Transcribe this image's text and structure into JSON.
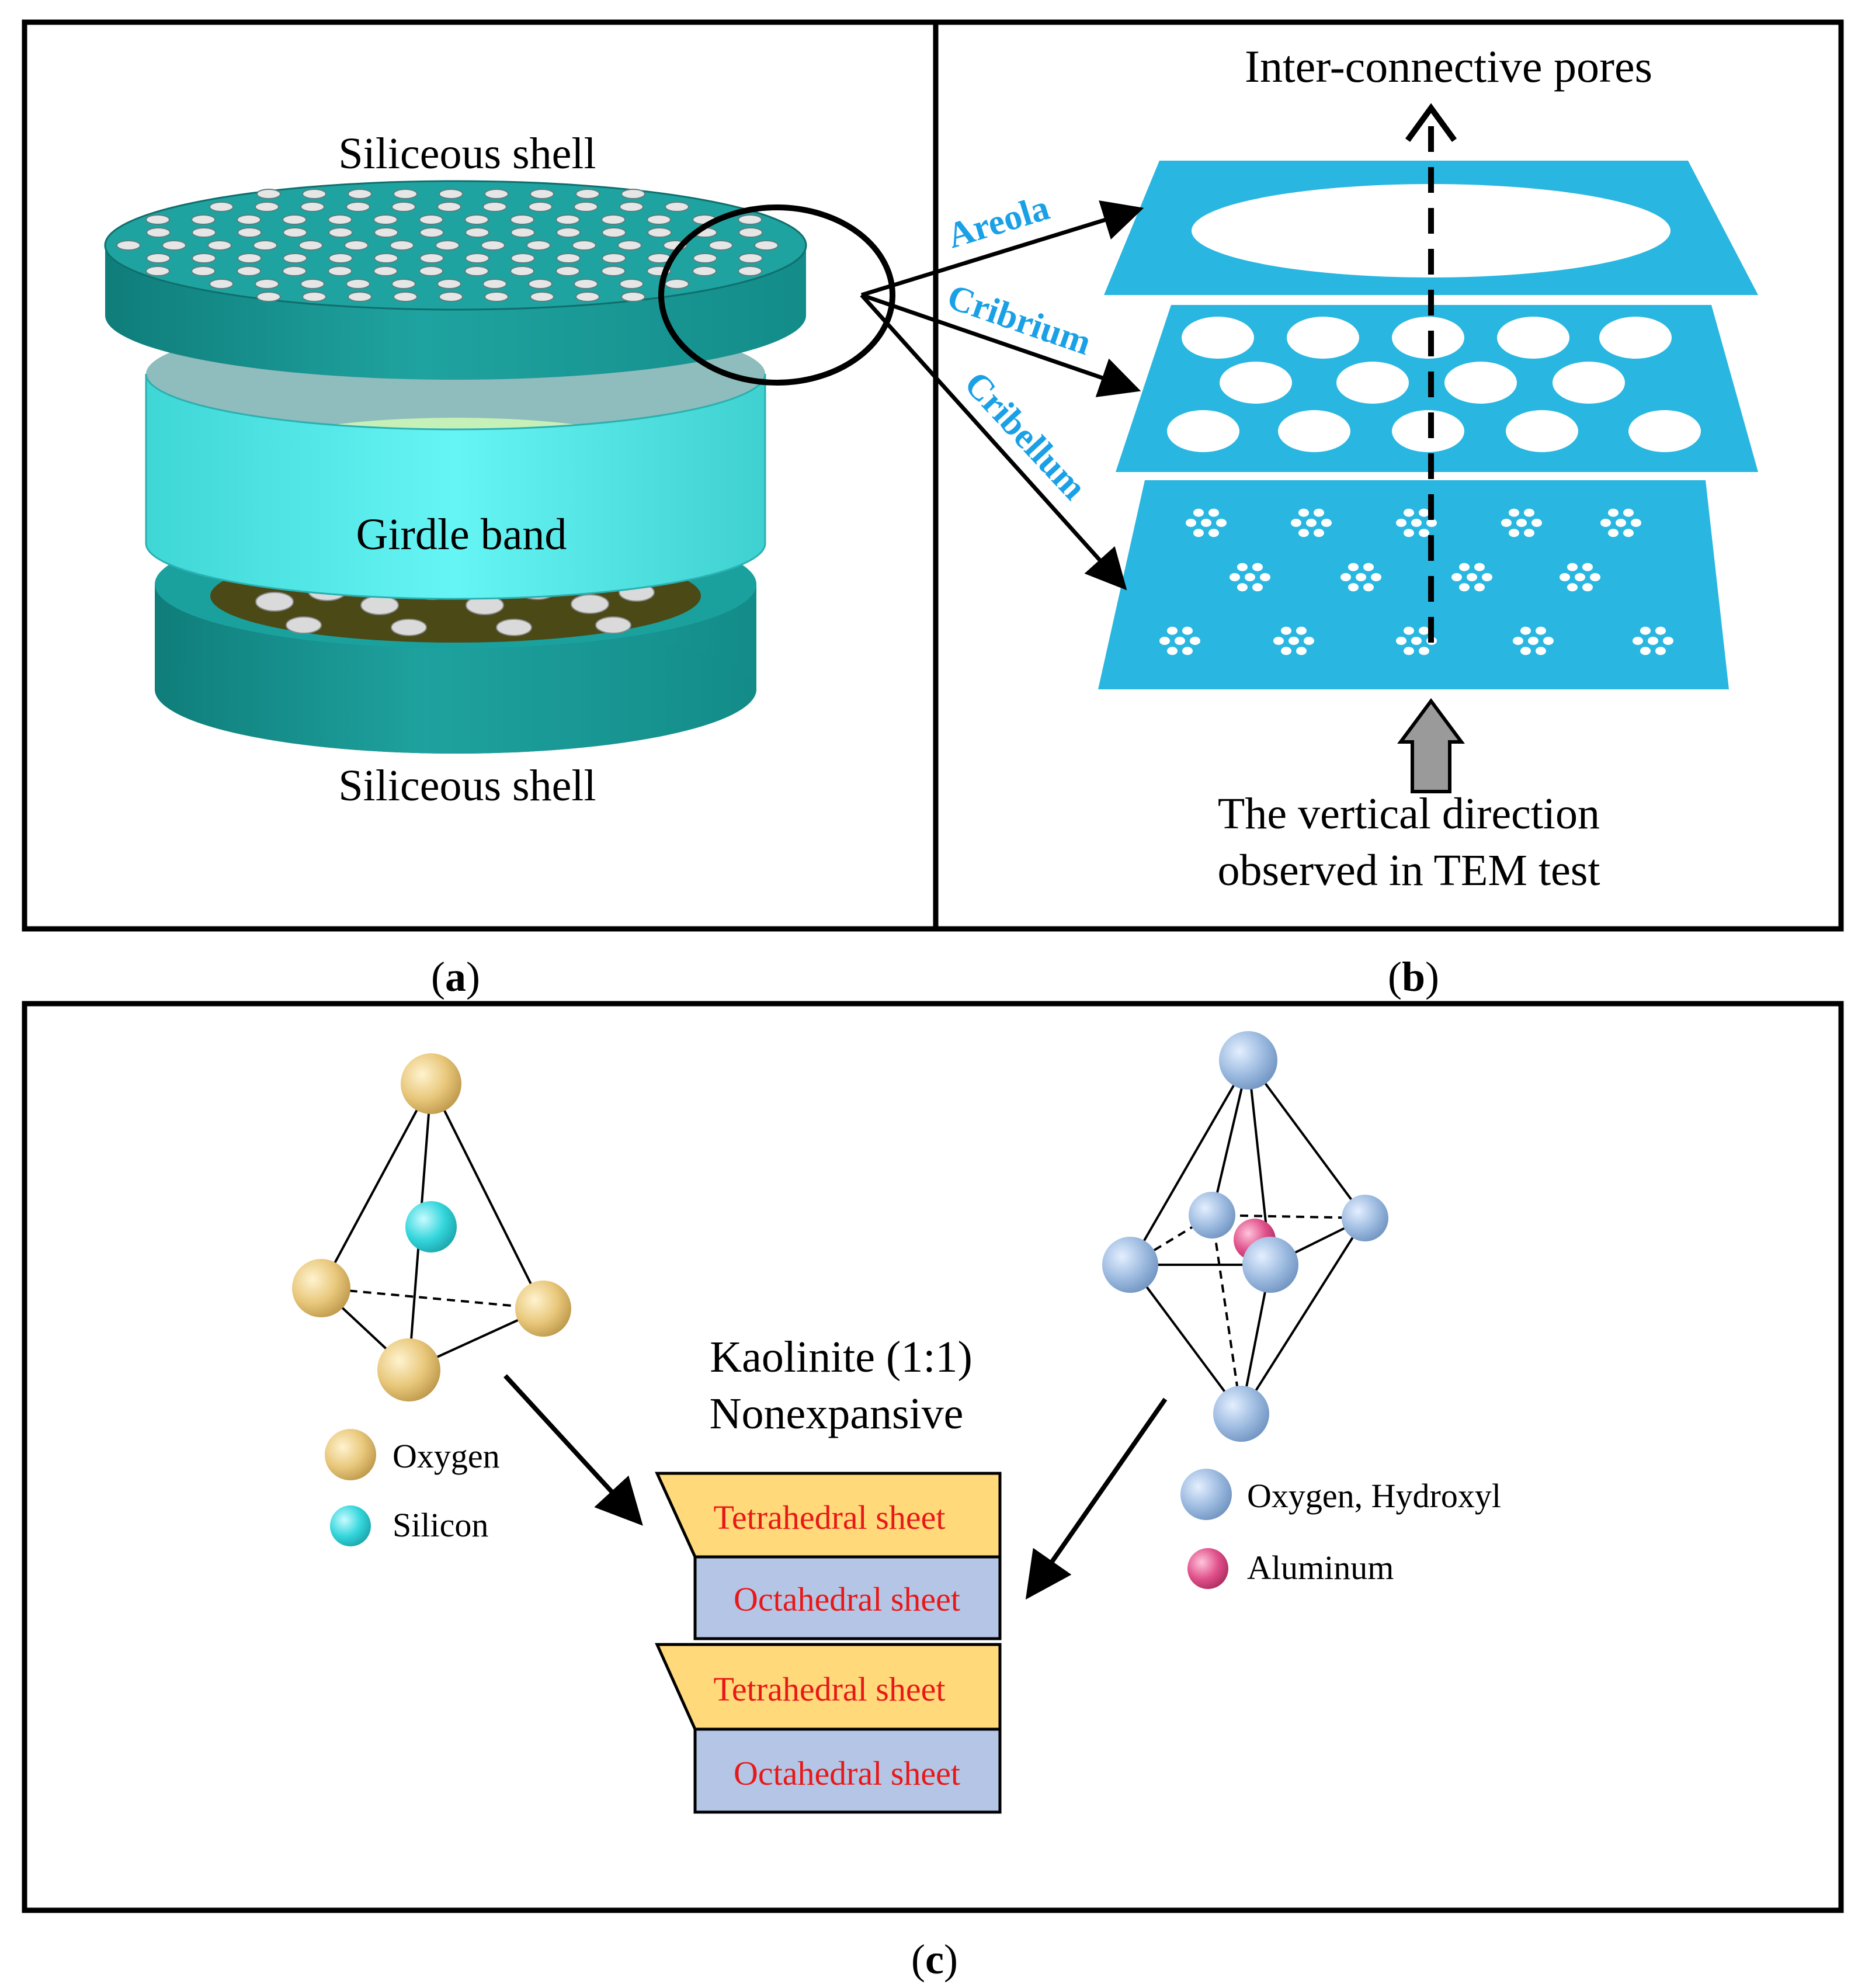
{
  "panel_a": {
    "top_label": "Siliceous shell",
    "middle_label": "Girdle band",
    "bottom_label": "Siliceous shell",
    "caption_open": "(",
    "caption_letter": "a",
    "caption_close": ")"
  },
  "panel_b": {
    "top_label": "Inter-connective pores",
    "layer_labels": [
      "Areola",
      "Cribrium",
      "Cribellum"
    ],
    "bottom_label_line1": "The vertical direction",
    "bottom_label_line2": "observed in TEM test",
    "caption_open": "(",
    "caption_letter": "b",
    "caption_close": ")"
  },
  "panel_c": {
    "title_line1": "Kaolinite (1:1)",
    "title_line2": "Nonexpansive",
    "tetra_legend": [
      "Oxygen",
      "Silicon"
    ],
    "octa_legend": [
      "Oxygen, Hydroxyl",
      "Aluminum"
    ],
    "sheets": [
      "Tetrahedral sheet",
      "Octahedral sheet",
      "Tetrahedral sheet",
      "Octahedral sheet"
    ],
    "caption_open": "(",
    "caption_letter": "c",
    "caption_close": ")"
  },
  "colors": {
    "shell_teal": "#1fa3a0",
    "girdle_cyan": "#5ff2f2",
    "layer_blue": "#29b6e0",
    "label_blue": "#1aa0e6",
    "oxygen_tan": "#e8c77a",
    "silicon_cyan": "#33d6dc",
    "oxygen_hydroxyl_blue": "#9dbbe0",
    "aluminum_pink": "#e0508a",
    "tetra_sheet_yellow": "#ffd97a",
    "octa_sheet_blue": "#b5c5e5",
    "sheet_text_red": "#e81818"
  }
}
